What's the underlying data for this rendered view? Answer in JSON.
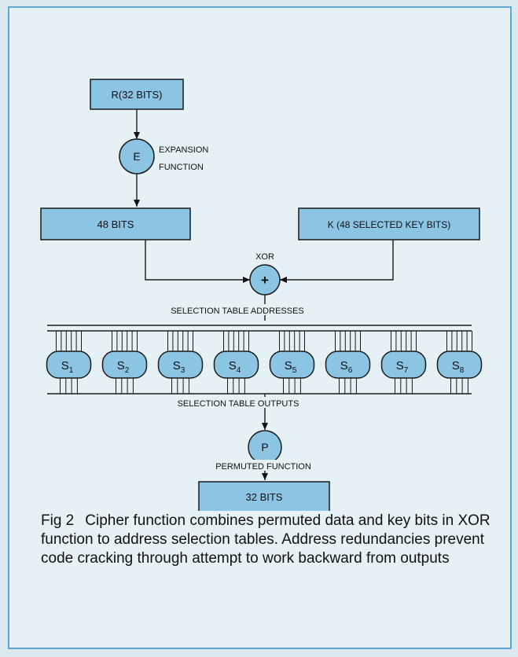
{
  "diagram": {
    "r_box": "R(32 BITS)",
    "e_circle": "E",
    "expansion_label_1": "EXPANSION",
    "expansion_label_2": "FUNCTION",
    "bits48_box": "48 BITS",
    "k_box": "K (48 SELECTED KEY BITS)",
    "xor_label": "XOR",
    "xor_symbol": "+",
    "selection_addresses_label": "SELECTION TABLE  ADDRESSES",
    "s_boxes": [
      {
        "letter": "S",
        "sub": "1"
      },
      {
        "letter": "S",
        "sub": "2"
      },
      {
        "letter": "S",
        "sub": "3"
      },
      {
        "letter": "S",
        "sub": "4"
      },
      {
        "letter": "S",
        "sub": "5"
      },
      {
        "letter": "S",
        "sub": "6"
      },
      {
        "letter": "S",
        "sub": "7"
      },
      {
        "letter": "S",
        "sub": "8"
      }
    ],
    "selection_outputs_label": "SELECTION TABLE  OUTPUTS",
    "p_circle": "P",
    "permuted_label": "PERMUTED  FUNCTION",
    "bits32_box": "32 BITS"
  },
  "caption": {
    "figure": "Fig 2",
    "text": "Cipher function combines permuted data and key bits in XOR function to address selection tables. Address redundancies prevent code cracking through attempt to work backward from outputs"
  },
  "colors": {
    "background": "#d9e9ef",
    "box_fill": "#8cc4e4",
    "frame_border": "#5ea8d0"
  }
}
